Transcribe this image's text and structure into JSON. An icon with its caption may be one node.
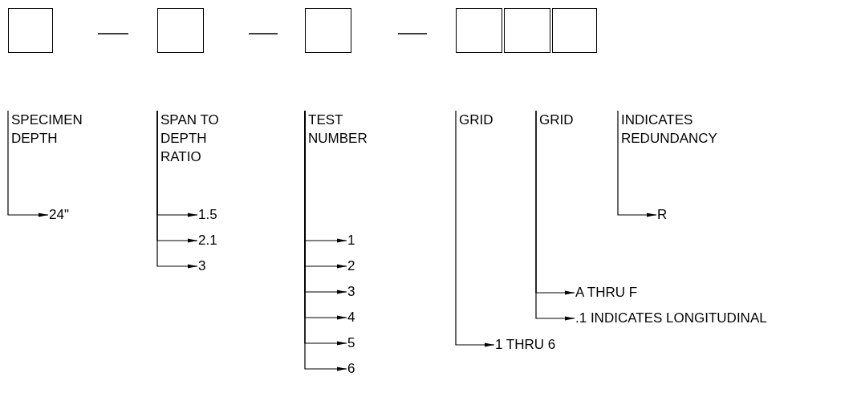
{
  "diagram": {
    "nodes": [
      {
        "text": [],
        "shape": "box"
      },
      {
        "text": [],
        "shape": "box"
      },
      {
        "text": [],
        "shape": "box"
      },
      {
        "text": [],
        "shape": "box"
      },
      {
        "text": [],
        "shape": "box"
      },
      {
        "text": [],
        "shape": "box"
      },
      {
        "text": [
          "SPECIMEN DEPTH"
        ]
      },
      {
        "text": [
          "24\""
        ]
      },
      {
        "text": [
          "SPAN TO DEPTH RATIO"
        ]
      },
      {
        "text": [
          "1.5"
        ]
      },
      {
        "text": [
          "2.1"
        ]
      },
      {
        "text": [
          "3"
        ]
      },
      {
        "text": [
          "TEST NUMBER"
        ]
      },
      {
        "text": [
          "1"
        ]
      },
      {
        "text": [
          "2"
        ]
      },
      {
        "text": [
          "3"
        ]
      },
      {
        "text": [
          "4"
        ]
      },
      {
        "text": [
          "5"
        ]
      },
      {
        "text": [
          "6"
        ]
      },
      {
        "text": [
          "GRID"
        ]
      },
      {
        "text": [
          "GRID"
        ]
      },
      {
        "text": [
          "INDICATES REDUNDANCY"
        ]
      },
      {
        "text": [
          "R"
        ]
      },
      {
        "text": [
          "A THRU F"
        ]
      },
      {
        "text": [
          ".1 INDICATES LONGITUDINAL"
        ]
      },
      {
        "text": [
          "1 THRU 6"
        ]
      }
    ],
    "edges": [
      {
        "from": 6,
        "to": 7,
        "arrow": "to"
      },
      {
        "from": 8,
        "to": 9,
        "arrow": "to"
      },
      {
        "from": 8,
        "to": 10,
        "arrow": "to"
      },
      {
        "from": 8,
        "to": 11,
        "arrow": "to"
      },
      {
        "from": 12,
        "to": 13,
        "arrow": "to"
      },
      {
        "from": 12,
        "to": 14,
        "arrow": "to"
      },
      {
        "from": 12,
        "to": 15,
        "arrow": "to"
      },
      {
        "from": 12,
        "to": 16,
        "arrow": "to"
      },
      {
        "from": 12,
        "to": 17,
        "arrow": "to"
      },
      {
        "from": 12,
        "to": 18,
        "arrow": "to"
      },
      {
        "from": 21,
        "to": 22,
        "arrow": "to"
      },
      {
        "from": 20,
        "to": 23,
        "arrow": "to"
      },
      {
        "from": 20,
        "to": 24,
        "arrow": "to"
      },
      {
        "from": 19,
        "to": 25,
        "arrow": "to"
      }
    ]
  }
}
